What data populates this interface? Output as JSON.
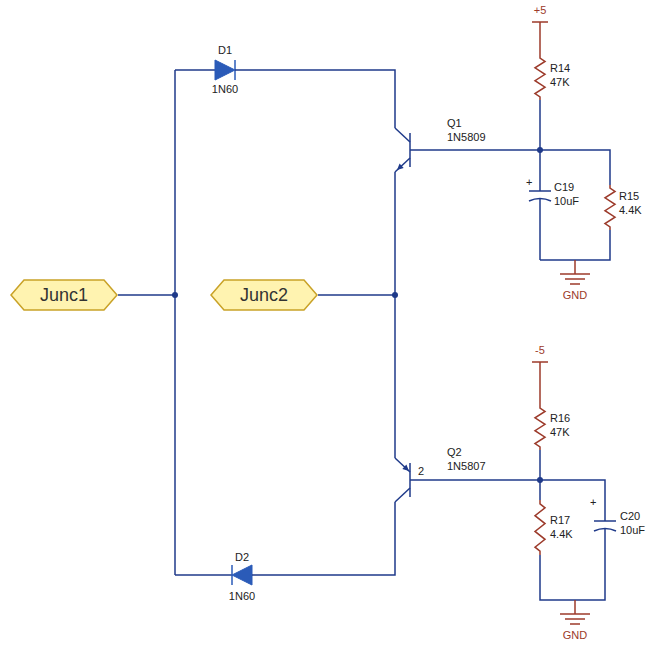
{
  "diagram": {
    "nodes": [
      {
        "text": [
          "Junc1"
        ]
      },
      {
        "text": [
          "Junc2"
        ]
      }
    ],
    "labels": [
      "+5",
      "D1",
      "1N60",
      "Q1",
      "1N5809",
      "R14",
      "47K",
      "+",
      "C19",
      "10uF",
      "R15",
      "4.4K",
      "GND",
      "-5",
      "R16",
      "47K",
      "2",
      "Q2",
      "1N5807",
      "R17",
      "4.4K",
      "+",
      "C20",
      "10uF",
      "GND",
      "D2",
      "1N60"
    ]
  }
}
